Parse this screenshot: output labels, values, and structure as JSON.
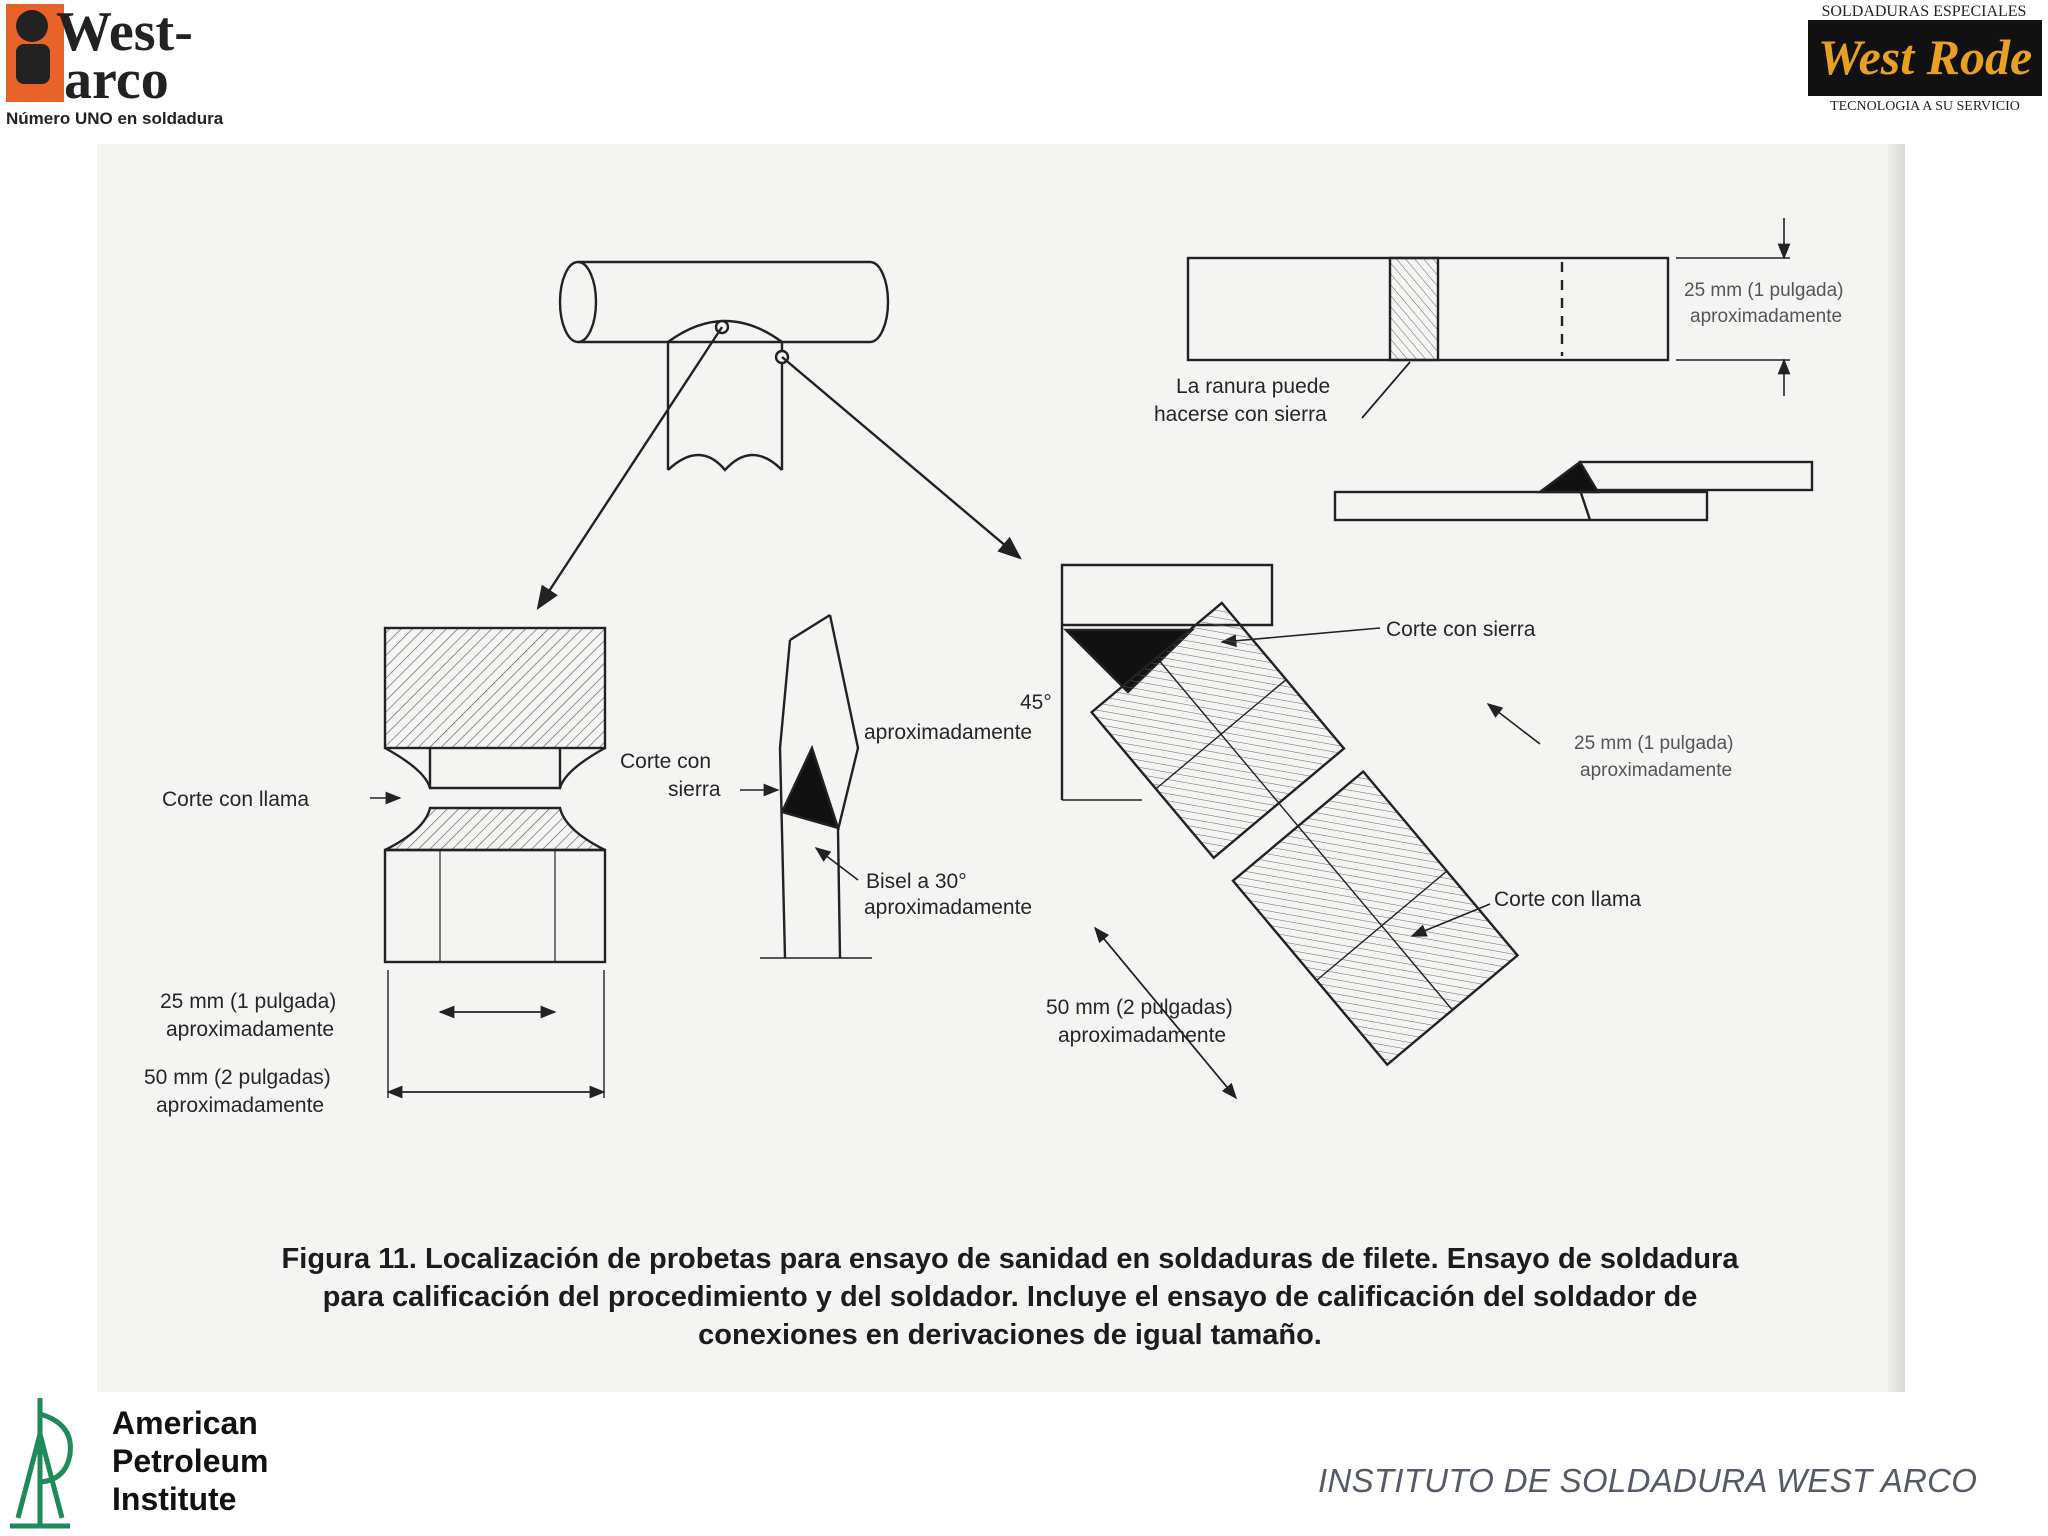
{
  "header": {
    "westarco": {
      "line1": "West-",
      "line2": "arco",
      "tagline": "Número UNO en soldadura",
      "accent": "#e8622a"
    },
    "westrode": {
      "top": "SOLDADURAS ESPECIALES",
      "brand": "West Rode",
      "bottom": "TECNOLOGIA A SU SERVICIO",
      "brand_color": "#e8a020"
    }
  },
  "diagram": {
    "labels": {
      "ranura_1": "La ranura puede",
      "ranura_2": "hacerse con sierra",
      "dim_25_right_1": "25 mm (1 pulgada)",
      "dim_25_right_2": "aproximadamente",
      "corte_sierra_top": "Corte con sierra",
      "angle_45": "45°",
      "angle_45_2": "aproximadamente",
      "corte_sierra_mid_1": "Corte con",
      "corte_sierra_mid_2": "sierra",
      "corte_llama_left": "Corte con llama",
      "bisel_1": "Bisel a 30°",
      "bisel_2": "aproximadamente",
      "dim25_left_1": "25 mm (1 pulgada)",
      "dim25_left_2": "aproximadamente",
      "dim50_left_1": "50 mm (2 pulgadas)",
      "dim50_left_2": "aproximadamente",
      "dim25_diag_1": "25 mm (1 pulgada)",
      "dim25_diag_2": "aproximadamente",
      "corte_llama_right": "Corte con llama",
      "dim50_diag_1": "50 mm (2 pulgadas)",
      "dim50_diag_2": "aproximadamente"
    }
  },
  "caption": {
    "line1": "Figura 11. Localización de probetas para ensayo de sanidad en soldaduras de filete. Ensayo de soldadura",
    "line2": "para calificación del procedimiento y del soldador. Incluye el ensayo de calificación del soldador de",
    "line3": "conexiones en derivaciones de igual tamaño."
  },
  "footer": {
    "api": {
      "line1": "American",
      "line2": "Petroleum",
      "line3": "Institute",
      "mark": "API",
      "color": "#1f8a5a"
    },
    "institute": "INSTITUTO DE SOLDADURA WEST ARCO"
  }
}
